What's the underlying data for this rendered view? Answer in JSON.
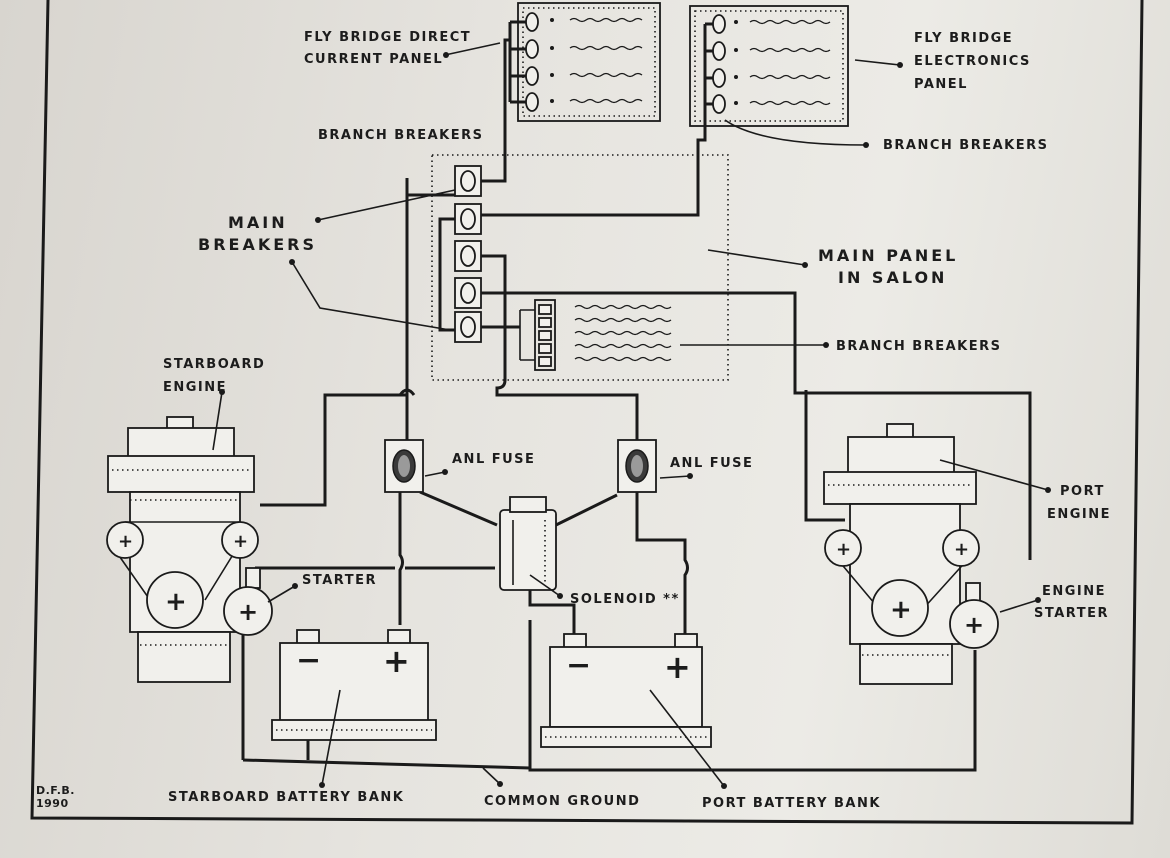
{
  "labels": {
    "fly_bridge_dc_line1": "FLY BRIDGE DIRECT",
    "fly_bridge_dc_line2": "CURRENT PANEL",
    "fly_bridge_el_line1": "FLY BRIDGE",
    "fly_bridge_el_line2": "ELECTRONICS",
    "fly_bridge_el_line3": "PANEL",
    "branch_breakers_top_left": "BRANCH BREAKERS",
    "branch_breakers_top_right": "BRANCH BREAKERS",
    "branch_breakers_mid": "BRANCH BREAKERS",
    "main_breakers_line1": "MAIN",
    "main_breakers_line2": "BREAKERS",
    "main_panel_line1": "MAIN PANEL",
    "main_panel_line2": "IN SALON",
    "starboard_engine_line1": "STARBOARD",
    "starboard_engine_line2": "ENGINE",
    "port_engine_line1": "PORT",
    "port_engine_line2": "ENGINE",
    "anl_fuse_left": "ANL FUSE",
    "anl_fuse_right": "ANL FUSE",
    "starter": "STARTER",
    "engine_starter_line1": "ENGINE",
    "engine_starter_line2": "STARTER",
    "solenoid": "SOLENOID **",
    "starboard_battery_bank": "STARBOARD BATTERY BANK",
    "common_ground": "COMMON GROUND",
    "port_battery_bank": "PORT BATTERY BANK",
    "signature_line1": "D.F.B.",
    "signature_line2": "1990",
    "battery_minus": "−",
    "battery_plus": "+"
  },
  "colors": {
    "ink": "#1a1a1a",
    "paper": "#ecebe6"
  }
}
